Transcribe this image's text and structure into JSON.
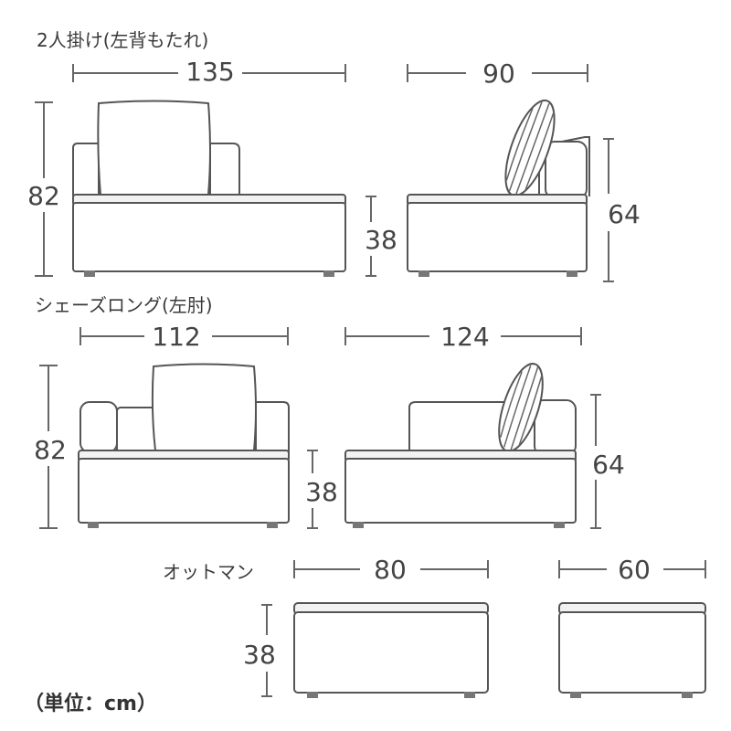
{
  "sections": {
    "two_seater": {
      "title": "2人掛け(左背もたれ)",
      "width": "135",
      "depth": "90",
      "height": "82",
      "seat_height": "38",
      "side_height": "64"
    },
    "chaise": {
      "title": "シェーズロング(左肘)",
      "width": "112",
      "depth": "124",
      "height": "82",
      "seat_height": "38",
      "side_height": "64"
    },
    "ottoman": {
      "title": "オットマン",
      "width": "80",
      "depth": "60",
      "height": "38"
    }
  },
  "unit_label": "（単位：cm）"
}
